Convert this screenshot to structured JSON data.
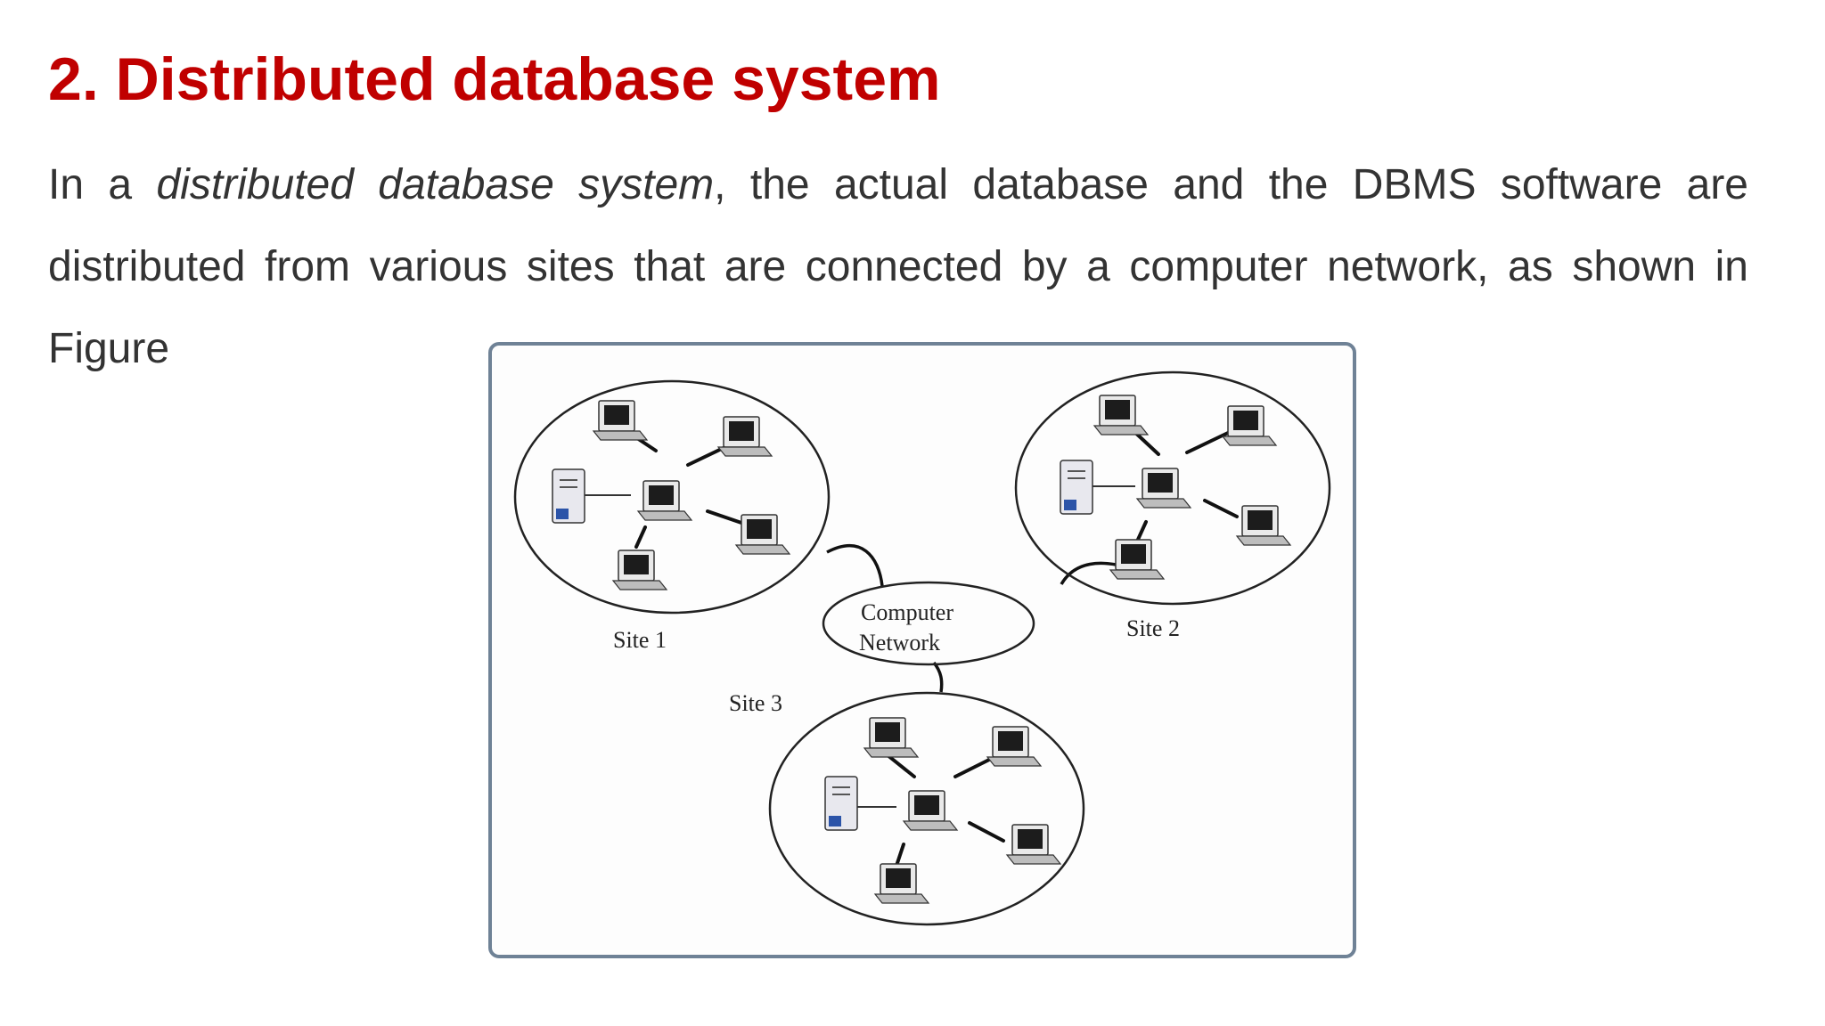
{
  "slide": {
    "title": "2. Distributed database system",
    "paragraph": {
      "before": "In a ",
      "emphasis": "distributed database system",
      "after": ", the actual database and the DBMS software are distributed from various sites that are connected by a computer network, as shown in Figure"
    }
  },
  "figure": {
    "network_label_line1": "Computer",
    "network_label_line2": "Network",
    "sites": [
      {
        "label": "Site 1"
      },
      {
        "label": "Site 2"
      },
      {
        "label": "Site 3"
      }
    ]
  },
  "colors": {
    "title": "#c00000",
    "body_text": "#333333",
    "figure_border": "#6f8296",
    "server_badge": "#2c54a8"
  }
}
